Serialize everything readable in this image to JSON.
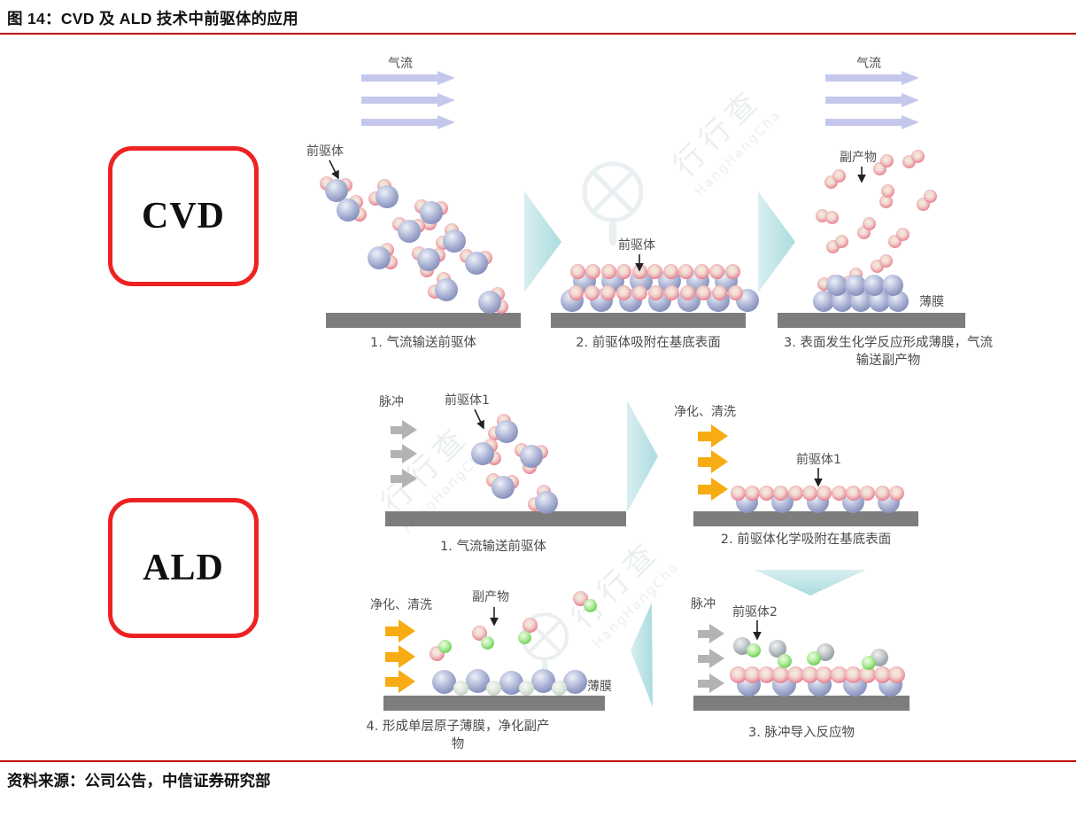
{
  "page": {
    "title": "图 14：CVD 及 ALD 技术中前驱体的应用",
    "source": "资料来源：公司公告，中信证券研究部",
    "watermark_cn": "行行查",
    "watermark_en": "HangHangCha"
  },
  "colors": {
    "accent_red": "#ee2222",
    "rule_red": "#c00000",
    "substrate_gray": "#7d7d7d",
    "flow_arrow_lavender": "#c5c8ec",
    "pulse_arrow_gray": "#b3b3b3",
    "purge_arrow_yellow": "#f6ac12",
    "transition_teal": "#c2e3e6",
    "sphere_blue": "#8a94c0",
    "sphere_pink": "#e06a7e",
    "sphere_green": "#5cc94f",
    "sphere_gray": "#8d9499",
    "sphere_pale": "#c3cfc4"
  },
  "cvd": {
    "label": "CVD",
    "steps": [
      {
        "caption": "1. 气流输送前驱体",
        "labels": {
          "gas_flow": "气流",
          "precursor": "前驱体"
        }
      },
      {
        "caption": "2. 前驱体吸附在基底表面",
        "labels": {
          "precursor": "前驱体"
        }
      },
      {
        "caption": "3. 表面发生化学反应形成薄膜，气流输送副产物",
        "labels": {
          "gas_flow": "气流",
          "byproduct": "副产物",
          "film": "薄膜"
        }
      }
    ]
  },
  "ald": {
    "label": "ALD",
    "steps": [
      {
        "caption": "1. 气流输送前驱体",
        "labels": {
          "pulse": "脉冲",
          "precursor1": "前驱体1"
        }
      },
      {
        "caption": "2. 前驱体化学吸附在基底表面",
        "labels": {
          "purge": "净化、清洗",
          "precursor1": "前驱体1"
        }
      },
      {
        "caption": "3. 脉冲导入反应物",
        "labels": {
          "pulse": "脉冲",
          "precursor2": "前驱体2"
        }
      },
      {
        "caption": "4. 形成单层原子薄膜，净化副产物",
        "labels": {
          "purge": "净化、清洗",
          "byproduct": "副产物",
          "film": "薄膜"
        }
      }
    ]
  }
}
